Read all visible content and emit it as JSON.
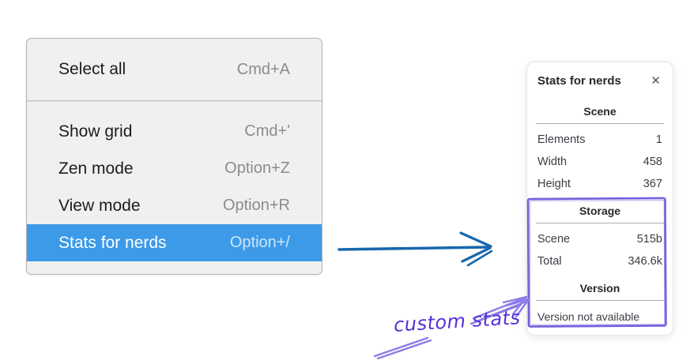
{
  "menu": {
    "items": [
      {
        "label": "Select all",
        "shortcut": "Cmd+A",
        "highlighted": false
      },
      {
        "label": "Show grid",
        "shortcut": "Cmd+'",
        "highlighted": false
      },
      {
        "label": "Zen mode",
        "shortcut": "Option+Z",
        "highlighted": false
      },
      {
        "label": "View mode",
        "shortcut": "Option+R",
        "highlighted": false
      },
      {
        "label": "Stats for nerds",
        "shortcut": "Option+/",
        "highlighted": true
      }
    ]
  },
  "stats_panel": {
    "title": "Stats for nerds",
    "close_icon": "✕",
    "sections": [
      {
        "heading": "Scene",
        "rows": [
          {
            "label": "Elements",
            "value": "1"
          },
          {
            "label": "Width",
            "value": "458"
          },
          {
            "label": "Height",
            "value": "367"
          }
        ]
      },
      {
        "heading": "Storage",
        "rows": [
          {
            "label": "Scene",
            "value": "515b"
          },
          {
            "label": "Total",
            "value": "346.6k"
          }
        ]
      },
      {
        "heading": "Version",
        "note": "Version not available"
      }
    ]
  },
  "annotation": {
    "label": "custom stats"
  },
  "colors": {
    "menu-highlight": "#3d9ae8",
    "blue-arrow": "#1767ae",
    "annotation-purple": "#7262dd",
    "annotation-arrow": "#8b7ce8",
    "annotation-text": "#5630d8"
  }
}
